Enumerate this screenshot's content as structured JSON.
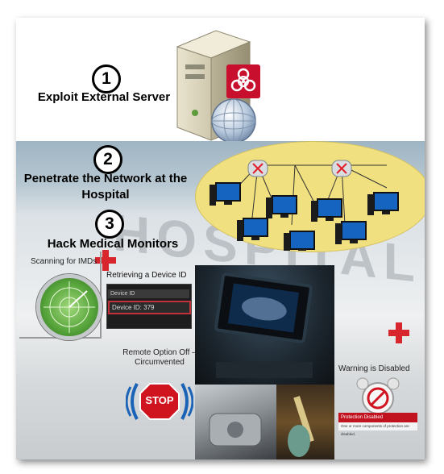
{
  "steps": [
    {
      "number": "1",
      "label": "Exploit External Server"
    },
    {
      "number": "2",
      "label": "Penetrate the Network at the Hospital"
    },
    {
      "number": "3",
      "label": "Hack Medical Monitors"
    }
  ],
  "background_sign": {
    "text": "HOSPITAL"
  },
  "captions": {
    "scanning": "Scanning for IMDs",
    "retrieving": "Retrieving a Device ID",
    "remote_off": "Remote Option Off – Circumvented",
    "warning": "Warning is Disabled"
  },
  "device_panel": {
    "row1": "Device ID",
    "row2": "Device ID: 379"
  },
  "stop_sign": {
    "text": "STOP"
  },
  "protection": {
    "title": "Protection Disabled",
    "subtitle": "One or more components of protection are disabled."
  },
  "colors": {
    "biohazard": "#c8102e",
    "network_ellipse": "#f1e07f",
    "router_x": "#e0202a",
    "stop_red": "#d0141f",
    "signal_blue": "#1b63b7"
  }
}
